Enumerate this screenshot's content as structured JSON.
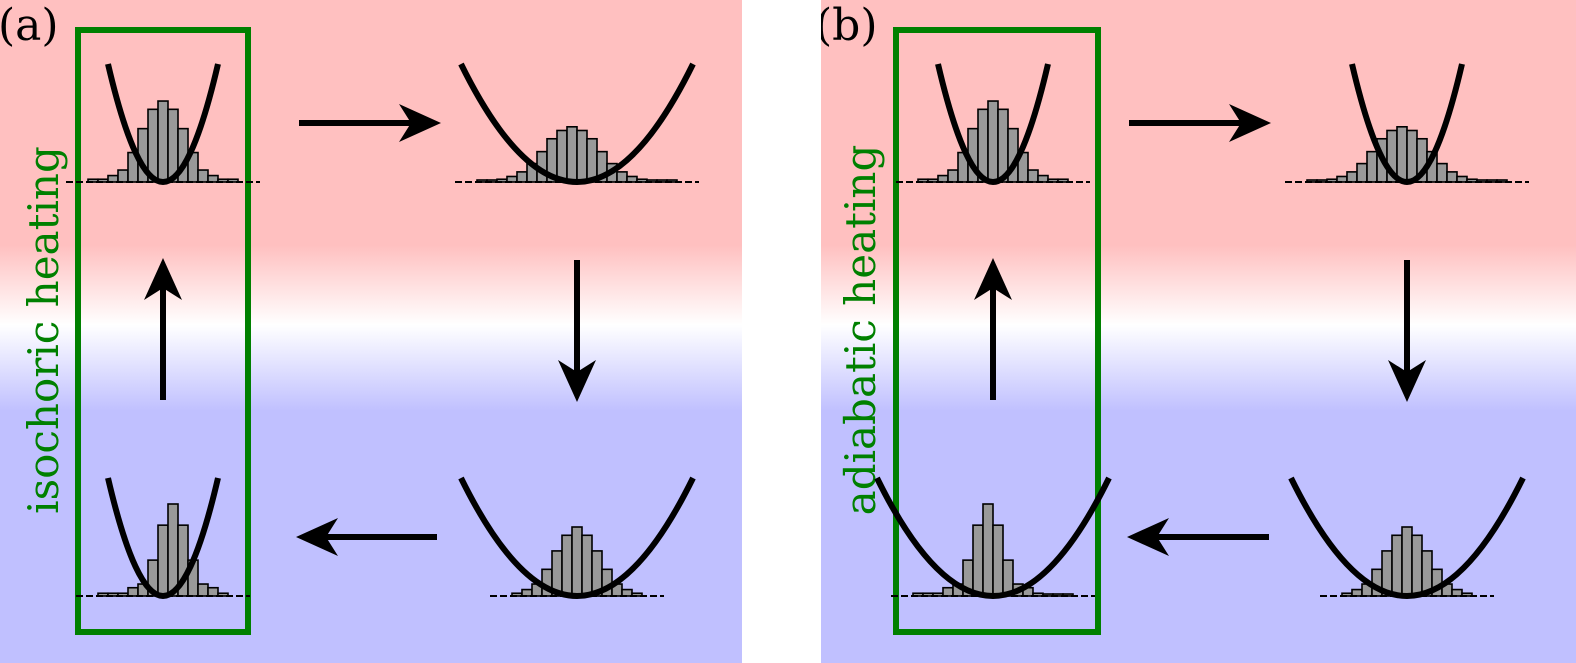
{
  "colors": {
    "hot": "#ffc0c0",
    "cold": "#c0c0ff",
    "highlight_box": "#008000",
    "highlight_text": "#008000",
    "bars": "#999999",
    "ink": "#000000"
  },
  "panels": [
    {
      "id": "a",
      "label": "(a)",
      "stroke_label": "isochoric heating",
      "highlight_side": "left",
      "states": [
        {
          "id": "top-left",
          "trap": "narrow",
          "bars": [
            0.03,
            0.03,
            0.07,
            0.13,
            0.32,
            0.58,
            0.79,
            0.88,
            0.79,
            0.58,
            0.32,
            0.13,
            0.07,
            0.03,
            0.03
          ]
        },
        {
          "id": "top-right",
          "trap": "wide",
          "bars": [
            0.02,
            0.02,
            0.03,
            0.06,
            0.11,
            0.2,
            0.33,
            0.47,
            0.56,
            0.6,
            0.56,
            0.47,
            0.33,
            0.2,
            0.11,
            0.06,
            0.03,
            0.02,
            0.02,
            0.02
          ]
        },
        {
          "id": "bottom-right",
          "trap": "wide",
          "bars": [
            0.03,
            0.07,
            0.13,
            0.29,
            0.49,
            0.66,
            0.75,
            0.66,
            0.49,
            0.29,
            0.13,
            0.07,
            0.03
          ]
        },
        {
          "id": "bottom-left",
          "trap": "narrow",
          "bars": [
            0.03,
            0.03,
            0.03,
            0.09,
            0.13,
            0.39,
            0.77,
            1.0,
            0.77,
            0.39,
            0.13,
            0.09,
            0.03
          ]
        }
      ]
    },
    {
      "id": "b",
      "label": "(b)",
      "stroke_label": "adiabatic heating",
      "highlight_side": "left",
      "states": [
        {
          "id": "top-left",
          "trap": "narrow",
          "bars": [
            0.03,
            0.03,
            0.07,
            0.13,
            0.32,
            0.58,
            0.79,
            0.88,
            0.79,
            0.58,
            0.32,
            0.13,
            0.07,
            0.03,
            0.03
          ]
        },
        {
          "id": "top-right",
          "trap": "narrow",
          "bars": [
            0.02,
            0.02,
            0.03,
            0.06,
            0.11,
            0.2,
            0.33,
            0.47,
            0.56,
            0.6,
            0.56,
            0.47,
            0.33,
            0.2,
            0.11,
            0.06,
            0.03,
            0.02,
            0.02,
            0.02
          ]
        },
        {
          "id": "bottom-right",
          "trap": "wide",
          "bars": [
            0.03,
            0.07,
            0.13,
            0.29,
            0.49,
            0.66,
            0.75,
            0.66,
            0.49,
            0.29,
            0.13,
            0.07,
            0.03
          ]
        },
        {
          "id": "bottom-left",
          "trap": "wide",
          "bars": [
            0.03,
            0.03,
            0.03,
            0.09,
            0.13,
            0.39,
            0.77,
            1.0,
            0.77,
            0.39,
            0.13,
            0.09,
            0.03,
            0.02,
            0.02,
            0.02
          ]
        }
      ]
    }
  ]
}
